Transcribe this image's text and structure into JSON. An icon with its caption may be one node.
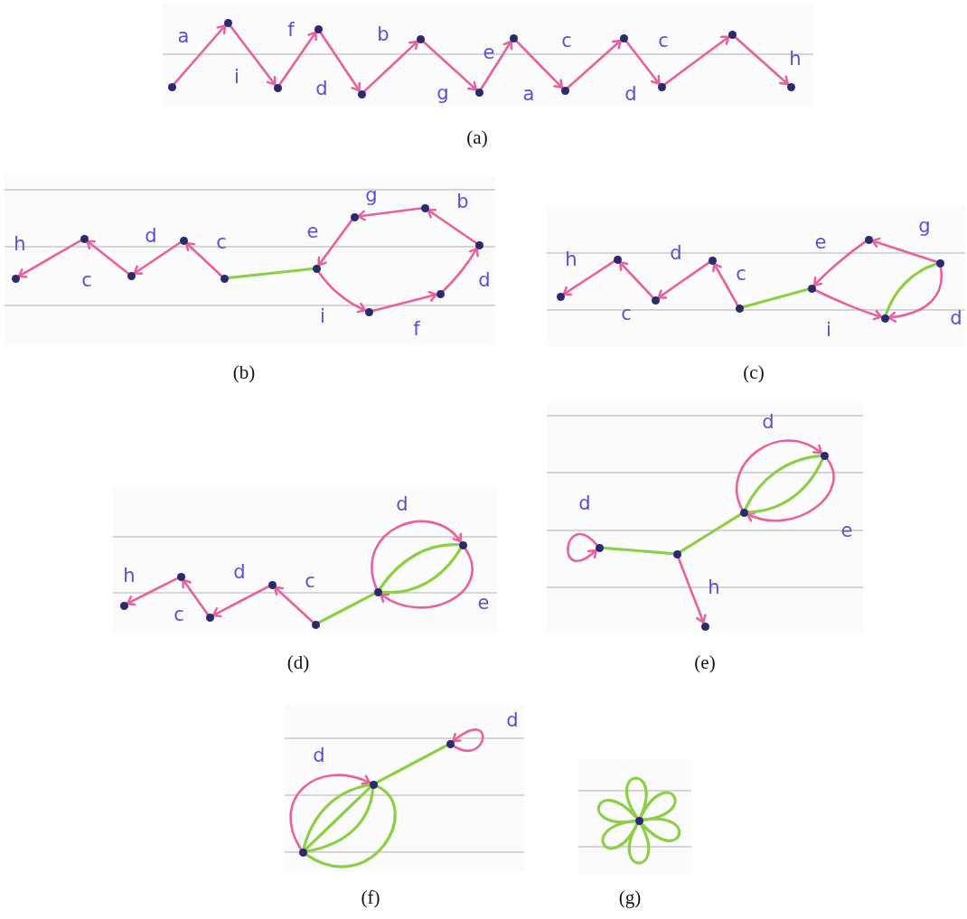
{
  "diagram": {
    "nodes": [
      {
        "text": [],
        "shape": "circle"
      },
      {
        "text": [],
        "shape": "circle"
      },
      {
        "text": [],
        "shape": "circle"
      },
      {
        "text": [],
        "shape": "circle"
      },
      {
        "text": [],
        "shape": "circle"
      },
      {
        "text": [],
        "shape": "circle"
      },
      {
        "text": [],
        "shape": "circle"
      },
      {
        "text": [],
        "shape": "circle"
      },
      {
        "text": [],
        "shape": "circle"
      },
      {
        "text": [],
        "shape": "circle"
      },
      {
        "text": [],
        "shape": "circle"
      },
      {
        "text": [],
        "shape": "circle"
      },
      {
        "text": [],
        "shape": "circle"
      },
      {
        "text": [],
        "shape": "circle"
      },
      {
        "text": [],
        "shape": "circle"
      },
      {
        "text": [],
        "shape": "circle"
      },
      {
        "text": [],
        "shape": "circle"
      },
      {
        "text": [],
        "shape": "circle"
      },
      {
        "text": [],
        "shape": "circle"
      },
      {
        "text": [],
        "shape": "circle"
      },
      {
        "text": [],
        "shape": "circle"
      },
      {
        "text": [],
        "shape": "circle"
      },
      {
        "text": [],
        "shape": "circle"
      },
      {
        "text": [],
        "shape": "circle"
      },
      {
        "text": [],
        "shape": "circle"
      },
      {
        "text": [],
        "shape": "circle"
      },
      {
        "text": [],
        "shape": "circle"
      },
      {
        "text": [],
        "shape": "circle"
      },
      {
        "text": [],
        "shape": "circle"
      },
      {
        "text": [],
        "shape": "circle"
      },
      {
        "text": [],
        "shape": "circle"
      },
      {
        "text": [],
        "shape": "circle"
      },
      {
        "text": [],
        "shape": "circle"
      },
      {
        "text": [],
        "shape": "circle"
      },
      {
        "text": [],
        "shape": "circle"
      },
      {
        "text": [],
        "shape": "circle"
      },
      {
        "text": [],
        "shape": "circle"
      },
      {
        "text": [],
        "shape": "circle"
      },
      {
        "text": [],
        "shape": "circle"
      },
      {
        "text": [],
        "shape": "circle"
      },
      {
        "text": [],
        "shape": "circle"
      },
      {
        "text": [],
        "shape": "circle"
      },
      {
        "text": [],
        "shape": "circle"
      },
      {
        "text": [],
        "shape": "circle"
      },
      {
        "text": [],
        "shape": "circle"
      },
      {
        "text": [],
        "shape": "circle"
      },
      {
        "text": [],
        "shape": "circle"
      },
      {
        "text": [],
        "shape": "circle"
      },
      {
        "text": [],
        "shape": "circle"
      }
    ],
    "edges": [
      {
        "from": 0,
        "to": 1,
        "arrow": "to",
        "label": "a"
      },
      {
        "from": 1,
        "to": 2,
        "arrow": "to",
        "label": "i"
      },
      {
        "from": 2,
        "to": 3,
        "arrow": "to",
        "label": "f"
      },
      {
        "from": 3,
        "to": 4,
        "arrow": "to",
        "label": "d"
      },
      {
        "from": 4,
        "to": 5,
        "arrow": "to",
        "label": "b"
      },
      {
        "from": 5,
        "to": 6,
        "arrow": "to",
        "label": "g"
      },
      {
        "from": 6,
        "to": 7,
        "arrow": "to",
        "label": "e"
      },
      {
        "from": 7,
        "to": 8,
        "arrow": "to",
        "label": "a"
      },
      {
        "from": 8,
        "to": 9,
        "arrow": "to",
        "label": "c"
      },
      {
        "from": 9,
        "to": 10,
        "arrow": "to",
        "label": "d"
      },
      {
        "from": 10,
        "to": 11,
        "arrow": "to",
        "label": "c"
      },
      {
        "from": 11,
        "to": 12,
        "arrow": "to",
        "label": "h"
      },
      {
        "from": 14,
        "to": 13,
        "arrow": "to",
        "label": "h"
      },
      {
        "from": 15,
        "to": 14,
        "arrow": "to",
        "label": "c"
      },
      {
        "from": 16,
        "to": 15,
        "arrow": "to",
        "label": "d"
      },
      {
        "from": 17,
        "to": 16,
        "arrow": "to",
        "label": "c"
      },
      {
        "from": 17,
        "to": 18,
        "arrow": "none",
        "color": "#8ccf45"
      },
      {
        "from": 19,
        "to": 18,
        "arrow": "to",
        "label": "e"
      },
      {
        "from": 20,
        "to": 19,
        "arrow": "to",
        "label": "g"
      },
      {
        "from": 21,
        "to": 20,
        "arrow": "to",
        "label": "b"
      },
      {
        "from": 22,
        "to": 21,
        "arrow": "to",
        "label": "d"
      },
      {
        "from": 23,
        "to": 22,
        "arrow": "to",
        "label": "f"
      },
      {
        "from": 18,
        "to": 23,
        "arrow": "to",
        "label": "i"
      },
      {
        "from": 25,
        "to": 24,
        "arrow": "to",
        "label": "h"
      },
      {
        "from": 26,
        "to": 25,
        "arrow": "to",
        "label": "c"
      },
      {
        "from": 27,
        "to": 26,
        "arrow": "to",
        "label": "d"
      },
      {
        "from": 28,
        "to": 27,
        "arrow": "to",
        "label": "c"
      },
      {
        "from": 28,
        "to": 29,
        "arrow": "none",
        "color": "#8ccf45"
      },
      {
        "from": 30,
        "to": 29,
        "arrow": "to",
        "label": "e"
      },
      {
        "from": 31,
        "to": 30,
        "arrow": "to",
        "label": "g"
      },
      {
        "from": 31,
        "to": 32,
        "arrow": "to",
        "label": "d"
      },
      {
        "from": 31,
        "to": 32,
        "arrow": "none",
        "color": "#8ccf45"
      },
      {
        "from": 29,
        "to": 32,
        "arrow": "to",
        "label": "i"
      },
      {
        "from": 34,
        "to": 33,
        "arrow": "to",
        "label": "h"
      },
      {
        "from": 35,
        "to": 34,
        "arrow": "to",
        "label": "c"
      },
      {
        "from": 36,
        "to": 35,
        "arrow": "to",
        "label": "d"
      },
      {
        "from": 37,
        "to": 36,
        "arrow": "to",
        "label": "c"
      },
      {
        "from": 37,
        "to": 38,
        "arrow": "none",
        "color": "#8ccf45"
      },
      {
        "from": 38,
        "to": 39,
        "arrow": "to",
        "label": "d"
      },
      {
        "from": 39,
        "to": 38,
        "arrow": "to",
        "label": "e"
      },
      {
        "from": 38,
        "to": 39,
        "arrow": "none",
        "color": "#8ccf45"
      },
      {
        "from": 38,
        "to": 39,
        "arrow": "none",
        "color": "#8ccf45"
      },
      {
        "from": 40,
        "to": 40,
        "arrow": "to",
        "label": "d"
      },
      {
        "from": 40,
        "to": 41,
        "arrow": "none",
        "color": "#8ccf45"
      },
      {
        "from": 41,
        "to": 42,
        "arrow": "none",
        "color": "#8ccf45"
      },
      {
        "from": 42,
        "to": 43,
        "arrow": "to",
        "label": "d"
      },
      {
        "from": 43,
        "to": 42,
        "arrow": "to",
        "label": "e"
      },
      {
        "from": 42,
        "to": 43,
        "arrow": "none",
        "color": "#8ccf45"
      },
      {
        "from": 42,
        "to": 43,
        "arrow": "none",
        "color": "#8ccf45"
      },
      {
        "from": 41,
        "to": 44,
        "arrow": "to",
        "label": "h"
      },
      {
        "from": 45,
        "to": 46,
        "arrow": "to",
        "label": "d"
      },
      {
        "from": 45,
        "to": 46,
        "arrow": "none",
        "color": "#8ccf45"
      },
      {
        "from": 45,
        "to": 46,
        "arrow": "none",
        "color": "#8ccf45"
      },
      {
        "from": 45,
        "to": 46,
        "arrow": "none",
        "color": "#8ccf45"
      },
      {
        "from": 45,
        "to": 46,
        "arrow": "none",
        "color": "#8ccf45"
      },
      {
        "from": 46,
        "to": 47,
        "arrow": "none",
        "color": "#8ccf45"
      },
      {
        "from": 47,
        "to": 47,
        "arrow": "to",
        "label": "d"
      },
      {
        "from": 48,
        "to": 48,
        "arrow": "none",
        "color": "#8ccf45"
      },
      {
        "from": 48,
        "to": 48,
        "arrow": "none",
        "color": "#8ccf45"
      },
      {
        "from": 48,
        "to": 48,
        "arrow": "none",
        "color": "#8ccf45"
      },
      {
        "from": 48,
        "to": 48,
        "arrow": "none",
        "color": "#8ccf45"
      },
      {
        "from": 48,
        "to": 48,
        "arrow": "none",
        "color": "#8ccf45"
      },
      {
        "from": 48,
        "to": 48,
        "arrow": "none",
        "color": "#8ccf45"
      }
    ],
    "labels": [
      "(a)",
      "(b)",
      "(c)",
      "(d)",
      "(e)",
      "(f)",
      "(g)"
    ]
  }
}
